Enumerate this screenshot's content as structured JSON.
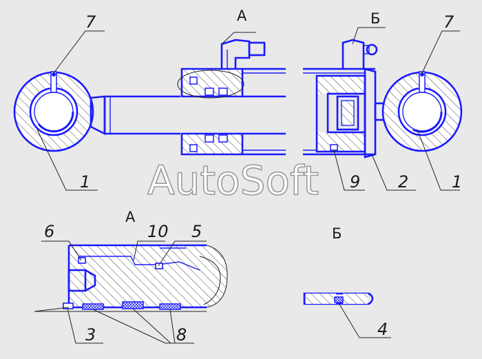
{
  "watermark": "AutoSoft",
  "sections": {
    "a_top": "А",
    "b_top": "Б",
    "a_detail": "А",
    "b_detail": "Б"
  },
  "callouts": {
    "c7_left": "7",
    "c7_right": "7",
    "c1_left": "1",
    "c1_right": "1",
    "c9": "9",
    "c2": "2",
    "c6": "6",
    "c10": "10",
    "c5": "5",
    "c3": "3",
    "c8": "8",
    "c4": "4"
  },
  "colors": {
    "outline": "#1a1aff",
    "leader": "#222222",
    "background": "#e9e9e9"
  }
}
